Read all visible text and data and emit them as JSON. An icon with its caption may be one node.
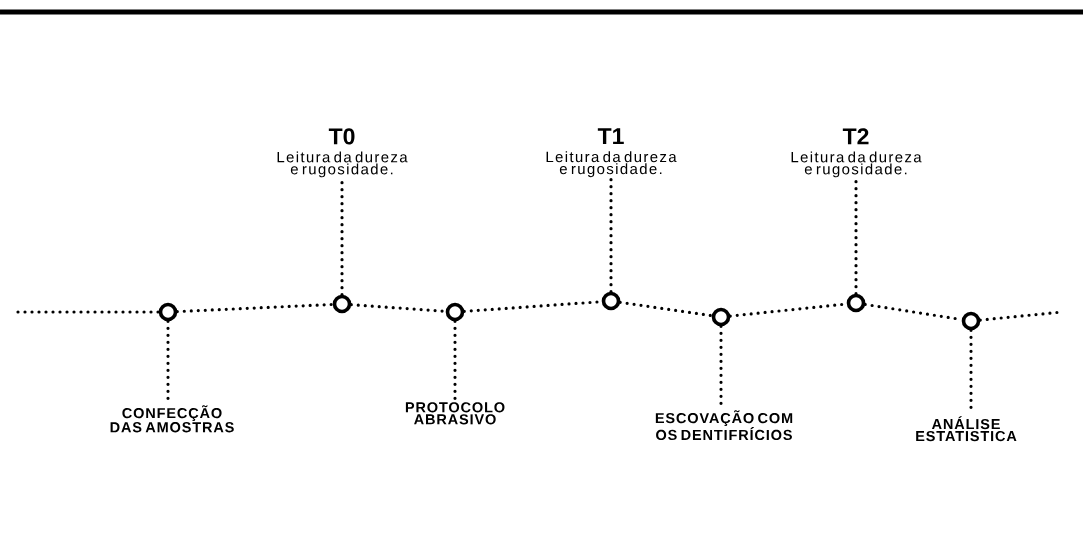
{
  "diagram": {
    "nodes": [
      {
        "text": [],
        "shape": "circle"
      },
      {
        "text": [],
        "shape": "circle"
      },
      {
        "text": [],
        "shape": "circle"
      },
      {
        "text": [],
        "shape": "circle"
      },
      {
        "text": [],
        "shape": "circle"
      },
      {
        "text": [],
        "shape": "circle"
      },
      {
        "text": [],
        "shape": "circle"
      },
      {
        "text": [
          "CONFECÇÃO DAS AMOSTRAS"
        ]
      },
      {
        "text": [
          "T0",
          "Leitura da dureza e rugosidade."
        ]
      },
      {
        "text": [
          "PROTOCOLO ABRASIVO"
        ]
      },
      {
        "text": [
          "T1",
          "Leitura da dureza e rugosidade."
        ]
      },
      {
        "text": [
          "ESCOVAÇÃO COM OS DENTIFRÍCIOS"
        ]
      },
      {
        "text": [
          "T2",
          "Leitura da dureza e rugosidade."
        ]
      },
      {
        "text": [
          "ANÁLISE ESTATISTICA"
        ]
      }
    ],
    "edges": [
      {
        "from": null,
        "to": 0,
        "arrow": "none"
      },
      {
        "from": 0,
        "to": 1,
        "arrow": "none"
      },
      {
        "from": 1,
        "to": 2,
        "arrow": "none"
      },
      {
        "from": 2,
        "to": 3,
        "arrow": "none"
      },
      {
        "from": 3,
        "to": 4,
        "arrow": "none"
      },
      {
        "from": 4,
        "to": 5,
        "arrow": "none"
      },
      {
        "from": 5,
        "to": 6,
        "arrow": "none"
      },
      {
        "from": 6,
        "to": null,
        "arrow": "none"
      },
      {
        "from": 0,
        "to": 7,
        "arrow": "none"
      },
      {
        "from": 1,
        "to": 8,
        "arrow": "none"
      },
      {
        "from": 2,
        "to": 9,
        "arrow": "none"
      },
      {
        "from": 3,
        "to": 10,
        "arrow": "none"
      },
      {
        "from": 4,
        "to": 11,
        "arrow": "none"
      },
      {
        "from": 5,
        "to": 12,
        "arrow": "none"
      },
      {
        "from": 6,
        "to": 13,
        "arrow": "none"
      }
    ]
  }
}
